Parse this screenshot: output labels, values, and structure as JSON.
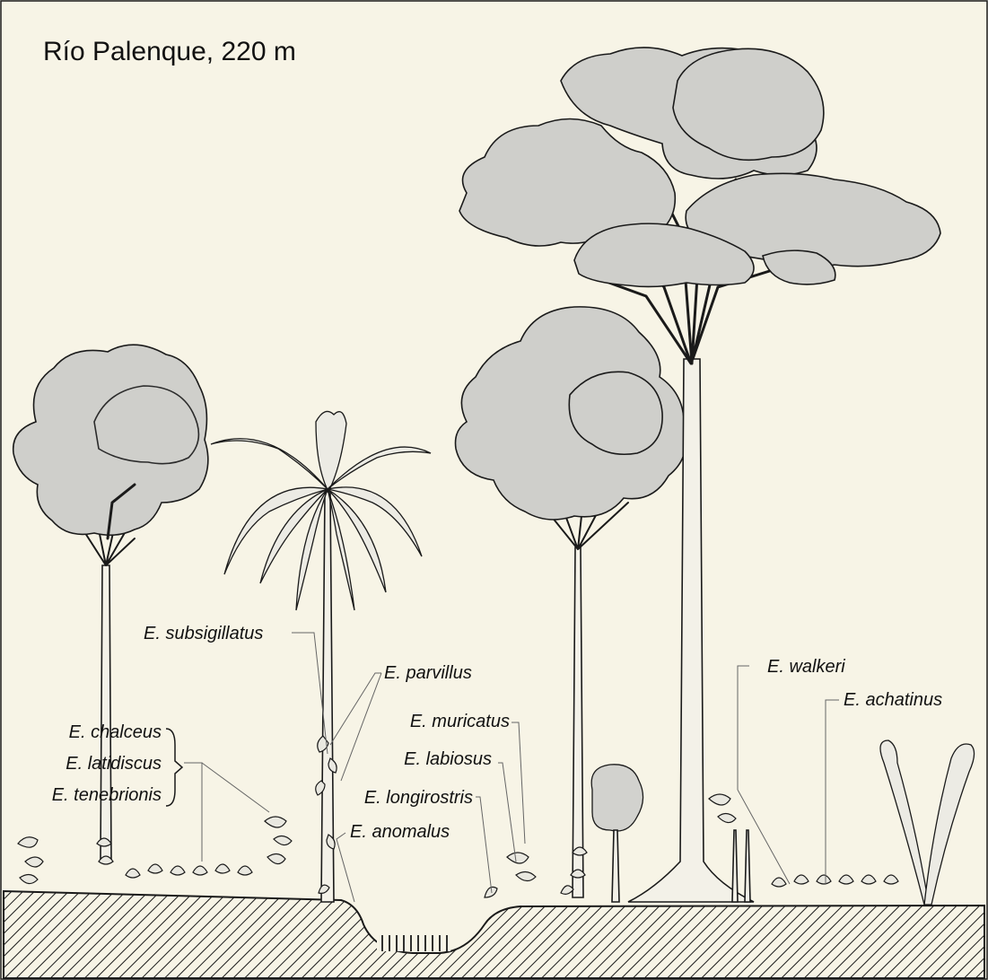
{
  "title": "Río Palenque, 220 m",
  "labels": {
    "subsigillatus": "E. subsigillatus",
    "parvillus": "E. parvillus",
    "chalceus": "E. chalceus",
    "latidiscus": "E. latidiscus",
    "tenebrionis": "E. tenebrionis",
    "muricatus": "E. muricatus",
    "labiosus": "E. labiosus",
    "longirostris": "E. longirostris",
    "anomalus": "E. anomalus",
    "walkeri": "E. walkeri",
    "achatinus": "E. achatinus"
  },
  "colors": {
    "background": "#f7f4e6",
    "crown_fill": "#cfcfcb",
    "ink": "#1a1a1a"
  }
}
